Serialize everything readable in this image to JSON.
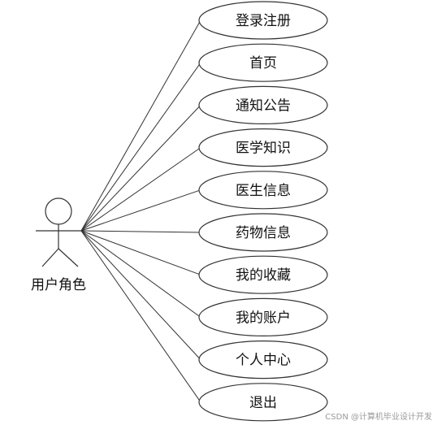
{
  "actor": {
    "label": "用户角色"
  },
  "use_cases": [
    {
      "label": "登录注册"
    },
    {
      "label": "首页"
    },
    {
      "label": "通知公告"
    },
    {
      "label": "医学知识"
    },
    {
      "label": "医生信息"
    },
    {
      "label": "药物信息"
    },
    {
      "label": "我的收藏"
    },
    {
      "label": "我的账户"
    },
    {
      "label": "个人中心"
    },
    {
      "label": "退出"
    }
  ],
  "watermark": {
    "text": "CSDN @计算机毕业设计开发"
  },
  "colors": {
    "stroke": "#333333",
    "ellipse_fill": "#ffffff",
    "text": "#111111"
  }
}
